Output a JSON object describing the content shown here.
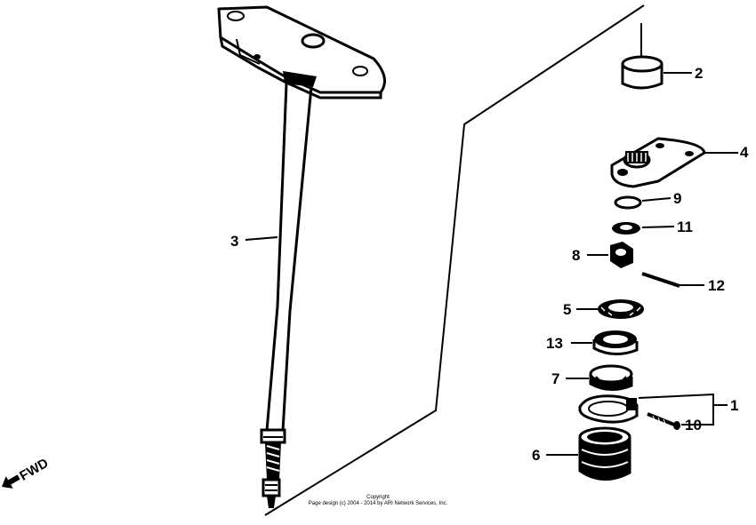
{
  "callouts": {
    "c1": "1",
    "c2": "2",
    "c3": "3",
    "c4": "4",
    "c5": "5",
    "c6": "6",
    "c7": "7",
    "c8": "8",
    "c9": "9",
    "c10": "10",
    "c11": "11",
    "c12": "12",
    "c13": "13"
  },
  "direction_label": "FWD",
  "copyright": {
    "line1": "Copyright",
    "line2": "Page design (c) 2004 - 2014 by ARI Network Services, Inc."
  }
}
